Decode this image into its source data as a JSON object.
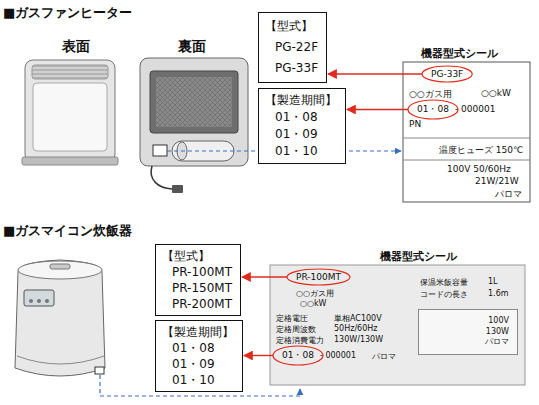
{
  "diagram": {
    "nodes": [
      {
        "text": [
          "【型式】",
          "PG-22F",
          "PG-33F"
        ]
      },
      {
        "text": [
          "【製造期間】",
          "01・08",
          "01・09",
          "01・10"
        ]
      },
      {
        "text": [
          "機器型式シール",
          "○○ガス用",
          "○○kW",
          "- 000001",
          "PN",
          "温度ヒューズ 150℃",
          "100V 50/60Hz",
          "21W/21W",
          "パロマ"
        ]
      },
      {
        "text": [
          "PG-33F"
        ],
        "in": 2
      },
      {
        "text": [
          "01・08"
        ],
        "in": 2
      },
      {
        "text": [
          "【型式】",
          "PR-100MT",
          "PR-150MT",
          "PR-200MT"
        ]
      },
      {
        "text": [
          "【製造期間】",
          "01・08",
          "01・09",
          "01・10"
        ]
      },
      {
        "text": [
          "機器型式シール",
          "○○ガス用",
          "○○kW",
          "定格電圧",
          "単相AC100V",
          "定格周波数",
          "50Hz/60Hz",
          "定格消費電力",
          "130W/130W",
          "- 000001",
          "パロマ",
          "保温米飯容量",
          "1L",
          "コードの長さ",
          "1.6m"
        ]
      },
      {
        "text": [
          "PR-100MT"
        ],
        "in": 7
      },
      {
        "text": [
          "01・08"
        ],
        "in": 7
      },
      {
        "text": [
          "100V",
          "130W",
          "パロマ"
        ],
        "in": 7
      }
    ],
    "edges": [
      {
        "from": 3,
        "to": 0,
        "arrow": "to"
      },
      {
        "from": 4,
        "to": 1,
        "arrow": "to"
      },
      {
        "from": 8,
        "to": 5,
        "arrow": "to"
      },
      {
        "from": 9,
        "to": 6,
        "arrow": "to"
      }
    ],
    "labels": [
      "■ガスファンヒーター",
      "表面",
      "裏面",
      "■ガスマイコン炊飯器"
    ]
  }
}
